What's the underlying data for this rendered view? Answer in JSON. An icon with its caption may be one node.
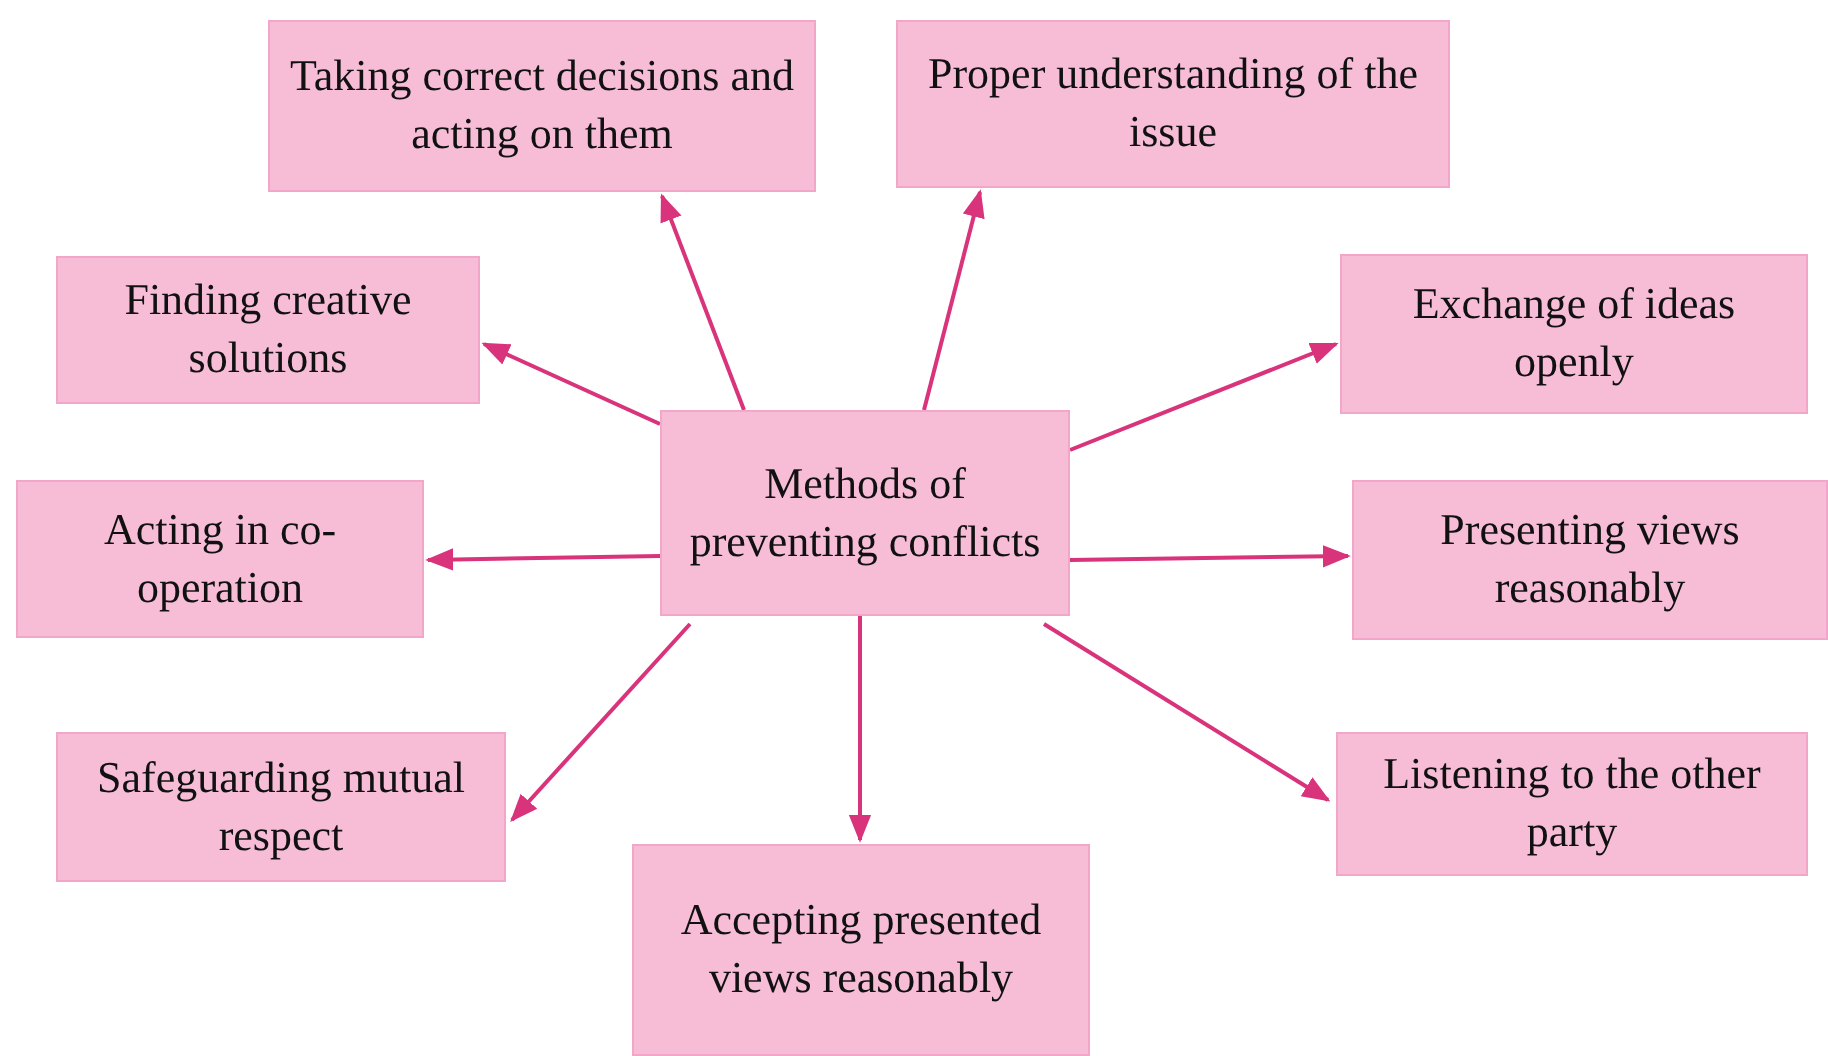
{
  "diagram": {
    "nodes": [
      {
        "text": [
          "Methods of preventing conflicts"
        ]
      },
      {
        "text": [
          "Taking correct decisions and acting on them"
        ]
      },
      {
        "text": [
          "Proper understanding of the issue"
        ]
      },
      {
        "text": [
          "Finding creative solutions"
        ]
      },
      {
        "text": [
          "Exchange of ideas openly"
        ]
      },
      {
        "text": [
          "Acting in co-operation"
        ]
      },
      {
        "text": [
          "Presenting views reasonably"
        ]
      },
      {
        "text": [
          "Safeguarding mutual respect"
        ]
      },
      {
        "text": [
          "Accepting presented views reasonably"
        ]
      },
      {
        "text": [
          "Listening to the other party"
        ]
      }
    ],
    "edges": [
      {
        "from": 0,
        "to": 1,
        "arrow": "to"
      },
      {
        "from": 0,
        "to": 2,
        "arrow": "to"
      },
      {
        "from": 0,
        "to": 3,
        "arrow": "to"
      },
      {
        "from": 0,
        "to": 4,
        "arrow": "to"
      },
      {
        "from": 0,
        "to": 5,
        "arrow": "to"
      },
      {
        "from": 0,
        "to": 6,
        "arrow": "to"
      },
      {
        "from": 0,
        "to": 7,
        "arrow": "to"
      },
      {
        "from": 0,
        "to": 8,
        "arrow": "to"
      },
      {
        "from": 0,
        "to": 9,
        "arrow": "to"
      }
    ]
  }
}
